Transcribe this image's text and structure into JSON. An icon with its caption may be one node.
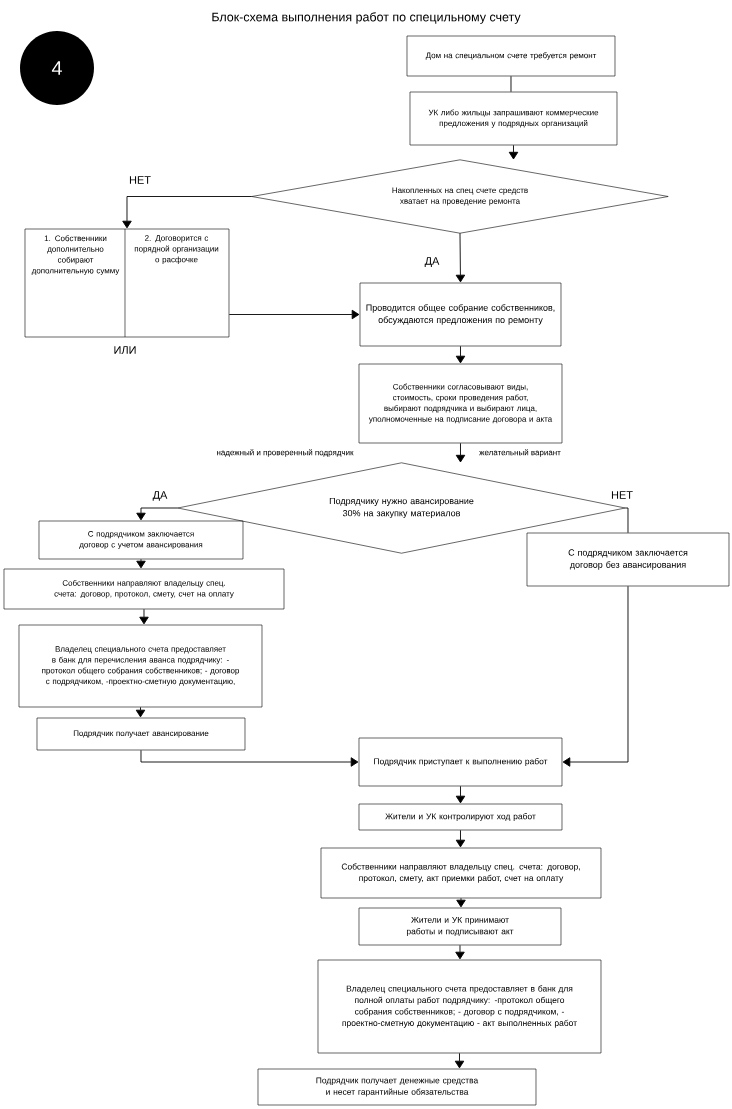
{
  "diagram": {
    "title": "Блок-схема выполнения работ по специльному счету",
    "nodes": [
      {
        "text": [
          "4"
        ]
      },
      {
        "text": [
          "Дом на специальном счете требуется ремонт"
        ]
      },
      {
        "text": [
          "УК либо жильцы запрашивают коммерческие предложения у подрядных организаций"
        ]
      },
      {
        "text": [
          "Накопленных на спец счете средств хватает на проведение ремонта"
        ]
      },
      {
        "text": [
          "1. Собственники дополнительно собирают дополнительную сумму",
          "2. Договорится с порядной организации о расфочке"
        ]
      },
      {
        "text": [
          "Проводится общее собрание собственников, обсуждаются предложения по ремонту"
        ]
      },
      {
        "text": [
          "Собственники согласовывают виды, стоимость, сроки проведения работ, выбирают подрядчика и выбирают лица, уполномоченные на подписание договора и акта"
        ]
      },
      {
        "text": [
          "Подрядчику нужно авансирование 30% на закупку материалов"
        ]
      },
      {
        "text": [
          "С подрядчиком заключается договор с учетом авансирования"
        ]
      },
      {
        "text": [
          "С подрядчиком заключается договор без авансирования"
        ]
      },
      {
        "text": [
          "Собственники направляют владельцу спец. счета: договор, протокол, смету, счет на оплату"
        ]
      },
      {
        "text": [
          "Владелец специального счета предоставляет в банк для перечисления аванса подрядчику: - протокол общего собрания собственников; - договор с подрядчиком, -проектно-сметную документацию,"
        ]
      },
      {
        "text": [
          "Подрядчик получает авансирование"
        ]
      },
      {
        "text": [
          "Подрядчик приступает к выполнению работ"
        ]
      },
      {
        "text": [
          "Жители и УК контролируют ход работ"
        ]
      },
      {
        "text": [
          "Собственники направляют владельцу спец. счета: договор, протокол, смету, акт приемки работ, счет на оплату"
        ]
      },
      {
        "text": [
          "Жители и УК принимают работы и подписывают акт"
        ]
      },
      {
        "text": [
          "Владелец специального счета предоставляет в банк для полной оплаты работ подрядчику: -протокол общего собрания собственников; - договор с подрядчиком, -проектно-сметную документацию - акт выполненных работ"
        ]
      },
      {
        "text": [
          "Подрядчик получает денежные средства и несет гарантийные обязательства"
        ]
      }
    ],
    "edges": [
      {
        "from": 1,
        "to": 2,
        "arrow": "none"
      },
      {
        "from": 2,
        "to": 3,
        "arrow": "to"
      },
      {
        "from": 3,
        "to": 4,
        "arrow": "to",
        "label": "НЕТ"
      },
      {
        "from": 3,
        "to": 5,
        "arrow": "to",
        "label": "ДА"
      },
      {
        "from": 4,
        "to": 5,
        "arrow": "to"
      },
      {
        "from": 5,
        "to": 6,
        "arrow": "to"
      },
      {
        "from": 6,
        "to": 7,
        "arrow": "to"
      },
      {
        "from": 7,
        "to": 8,
        "arrow": "to",
        "label": "ДА"
      },
      {
        "from": 7,
        "to": 9,
        "arrow": "none",
        "label": "НЕТ"
      },
      {
        "from": 8,
        "to": 10,
        "arrow": "to"
      },
      {
        "from": 10,
        "to": 11,
        "arrow": "to"
      },
      {
        "from": 11,
        "to": 12,
        "arrow": "to"
      },
      {
        "from": 12,
        "to": 13,
        "arrow": "to"
      },
      {
        "from": 9,
        "to": 13,
        "arrow": "to"
      },
      {
        "from": 13,
        "to": 14,
        "arrow": "to"
      },
      {
        "from": 14,
        "to": 15,
        "arrow": "to"
      },
      {
        "from": 15,
        "to": 16,
        "arrow": "to"
      },
      {
        "from": 16,
        "to": 17,
        "arrow": "to"
      },
      {
        "from": 17,
        "to": 18,
        "arrow": "to"
      }
    ],
    "labels": [
      "ИЛИ",
      "надежный и проверенный подрядчик",
      "желательный вариант"
    ]
  }
}
